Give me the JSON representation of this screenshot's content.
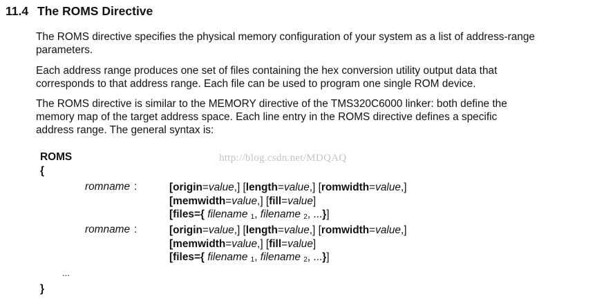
{
  "section": {
    "number": "11.4",
    "title": "The ROMS Directive"
  },
  "paragraphs": [
    {
      "lines": [
        "The ROMS directive specifies the physical memory configuration of your system as a list of address-range",
        "parameters."
      ]
    },
    {
      "lines": [
        "Each address range produces one set of files containing the hex conversion utility output data that",
        "corresponds to that address range. Each file can be used to program one single ROM device."
      ]
    },
    {
      "lines": [
        "The ROMS directive is similar to the MEMORY directive of the TMS320C6000 linker: both define the",
        "memory map of the target address space. Each line entry in the ROMS directive defines a specific",
        "address range. The general syntax is:"
      ]
    }
  ],
  "syntax": {
    "keyword": "ROMS",
    "open_brace": "{",
    "close_brace": "}",
    "ellipsis": "...",
    "entries": [
      {
        "name": "romname",
        "colon": ":",
        "p_origin": "origin",
        "p_length": "length",
        "p_romwidth": "romwidth",
        "p_memwidth": "memwidth",
        "p_fill": "fill",
        "p_files": "files",
        "value": "value",
        "filename": "filename",
        "sub1": "1",
        "sub2": "2"
      },
      {
        "name": "romname",
        "colon": ":",
        "p_origin": "origin",
        "p_length": "length",
        "p_romwidth": "romwidth",
        "p_memwidth": "memwidth",
        "p_fill": "fill",
        "p_files": "files",
        "value": "value",
        "filename": "filename",
        "sub1": "1",
        "sub2": "2"
      }
    ]
  },
  "watermark": "http://blog.csdn.net/MDQAQ"
}
